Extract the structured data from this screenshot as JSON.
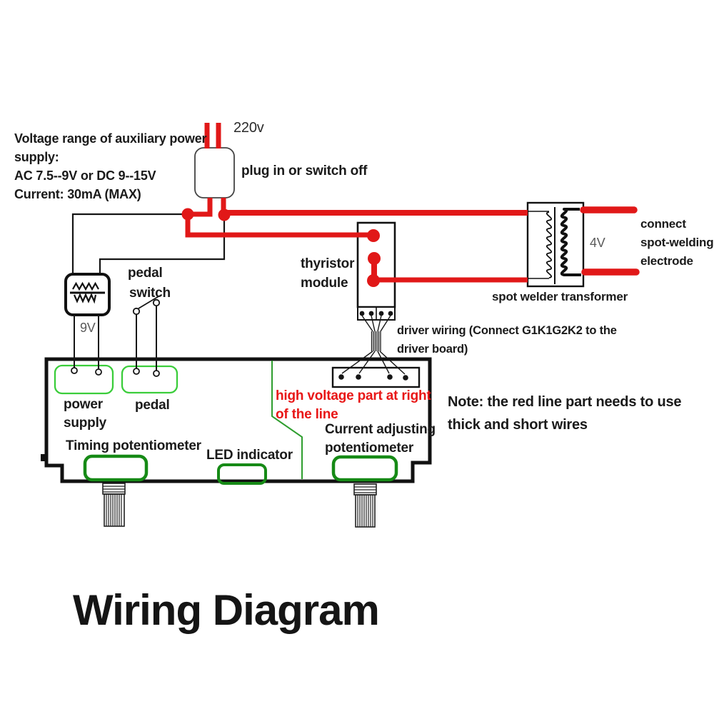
{
  "aux_supply_note": {
    "line1": "Voltage range of auxiliary power",
    "line2": "supply:",
    "line3": "AC 7.5--9V or DC 9--15V",
    "line4": "Current: 30mA (MAX)"
  },
  "plug": {
    "voltage": "220v",
    "caption": "plug in or switch off"
  },
  "thyristor": {
    "line1": "thyristor",
    "line2": "module"
  },
  "driver_wiring": {
    "line1": "driver wiring (Connect G1K1G2K2 to the",
    "line2": "driver board)"
  },
  "electrode": {
    "line1": "connect",
    "line2": "spot-welding",
    "line3": "electrode"
  },
  "welder_transformer": {
    "label": "spot welder transformer",
    "secondary_voltage": "4V"
  },
  "aux_transformer": {
    "voltage": "9V"
  },
  "pedal_switch": {
    "line1": "pedal",
    "line2": "switch"
  },
  "board": {
    "power_connector": {
      "line1": "power",
      "line2": "supply"
    },
    "pedal_connector": "pedal",
    "timing_pot": "Timing potentiometer",
    "led": "LED indicator",
    "current_pot": {
      "line1": "Current adjusting",
      "line2": "potentiometer"
    },
    "high_voltage": {
      "line1": "high voltage part at right",
      "line2": "of the line"
    }
  },
  "note": {
    "line1": "Note: the red line part needs to use",
    "line2": "thick and short wires"
  },
  "title": "Wiring Diagram",
  "colors": {
    "wire_red": "#e11818",
    "green_connector": "#3bcd3b",
    "green_pot": "#168a16",
    "green_divider": "#2f9e2f",
    "black": "#151515"
  }
}
